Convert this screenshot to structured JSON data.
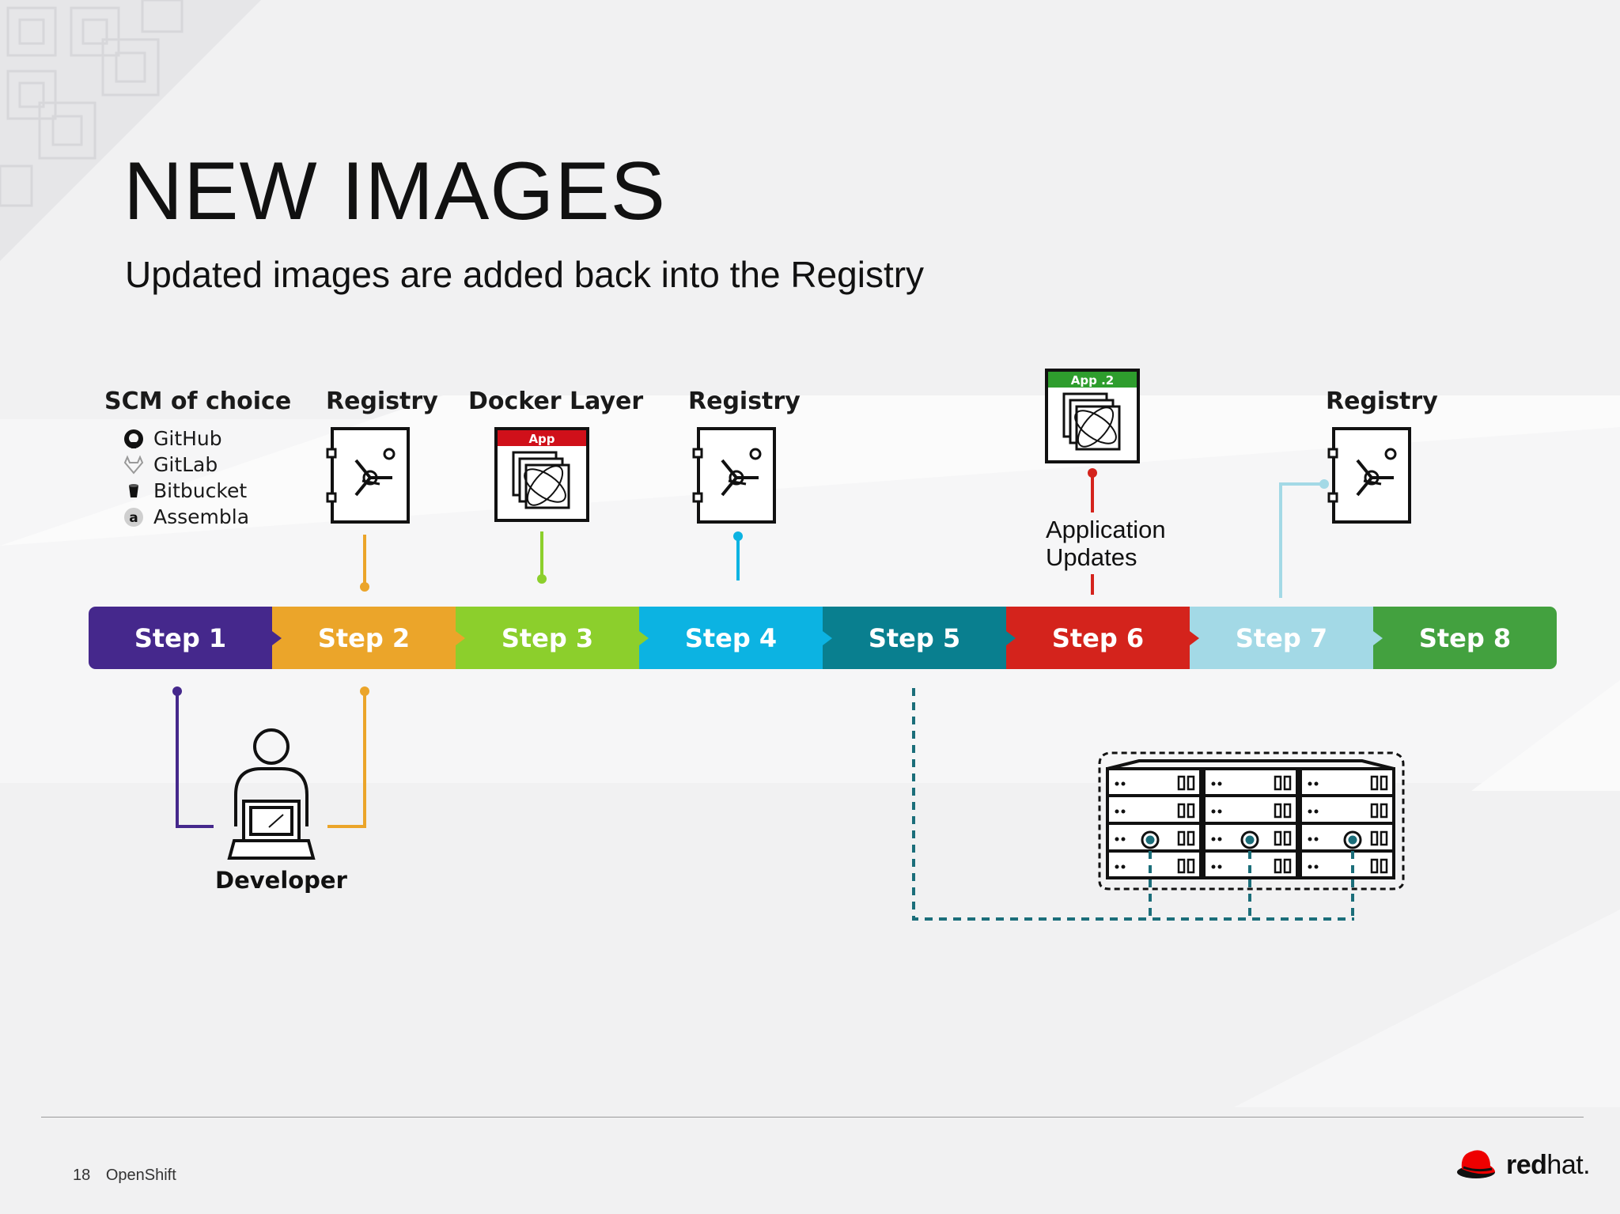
{
  "slide": {
    "title": "NEW IMAGES",
    "subtitle": "Updated images are added back into the Registry"
  },
  "scm": {
    "heading": "SCM of choice",
    "items": [
      {
        "label": "GitHub",
        "icon": "github-icon"
      },
      {
        "label": "GitLab",
        "icon": "gitlab-icon"
      },
      {
        "label": "Bitbucket",
        "icon": "bitbucket-icon"
      },
      {
        "label": "Assembla",
        "icon": "assembla-icon"
      }
    ]
  },
  "labels": {
    "registry_1": "Registry",
    "docker_layer": "Docker Layer",
    "registry_2": "Registry",
    "registry_3": "Registry",
    "app_badge": "App",
    "app2_badge": "App .2",
    "application_updates_1": "Application",
    "application_updates_2": "Updates",
    "developer": "Developer"
  },
  "steps": [
    {
      "label": "Step 1",
      "color": "#45288c"
    },
    {
      "label": "Step 2",
      "color": "#eba52a"
    },
    {
      "label": "Step 3",
      "color": "#8ccf2c"
    },
    {
      "label": "Step 4",
      "color": "#0cb3e2"
    },
    {
      "label": "Step 5",
      "color": "#097f8f"
    },
    {
      "label": "Step 6",
      "color": "#d4231c"
    },
    {
      "label": "Step 7",
      "color": "#a3d9e6"
    },
    {
      "label": "Step 8",
      "color": "#43a13f"
    }
  ],
  "colors": {
    "app_badge": "#d0101a",
    "app2_badge": "#2e9d2d",
    "server_dashes": "#1b6e7a",
    "redhat_red": "#e00"
  },
  "footer": {
    "page_number": "18",
    "label": "OpenShift",
    "brand_bold": "red",
    "brand_light": "hat."
  }
}
